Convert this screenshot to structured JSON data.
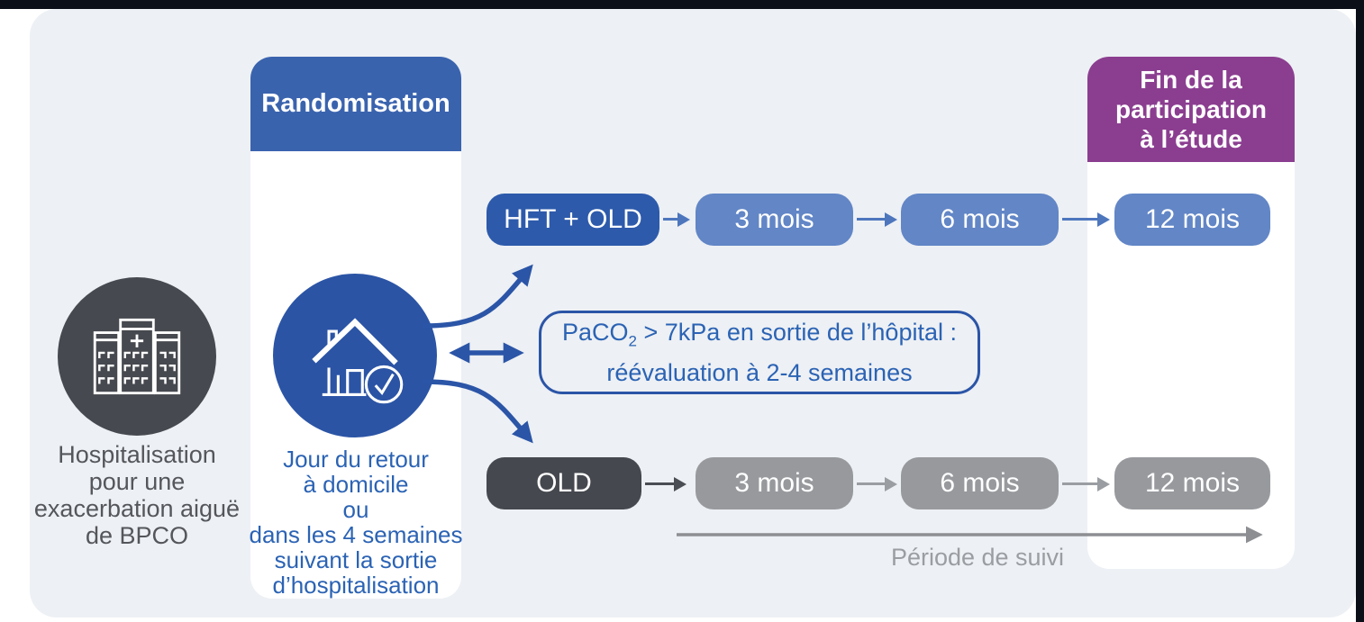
{
  "hospital": {
    "icon": "hospital-buildings-icon",
    "caption_lines": [
      "Hospitalisation",
      "pour une",
      "exacerbation aiguë",
      "de BPCO"
    ]
  },
  "randomisation": {
    "header": "Randomisation",
    "icon": "home-check-icon",
    "caption_lines": [
      "Jour du retour",
      "à domicile",
      "ou",
      "dans les 4 semaines",
      "suivant la sortie",
      "d’hospitalisation"
    ]
  },
  "study_end": {
    "header_lines": [
      "Fin de la",
      "participation",
      "à l’étude"
    ]
  },
  "arms": {
    "hft": {
      "label": "HFT + OLD",
      "milestones": [
        "3 mois",
        "6 mois",
        "12 mois"
      ]
    },
    "old": {
      "label": "OLD",
      "milestones": [
        "3 mois",
        "6 mois",
        "12 mois"
      ]
    }
  },
  "note_box": {
    "text_pre": "PaCO",
    "subscript": "2",
    "text_post": " > 7kPa en sortie de l’hôpital :",
    "line2": "réévaluation à 2-4 semaines"
  },
  "follow_up": {
    "label": "Période de suivi"
  },
  "colors": {
    "frame_dark": "#0b0f18",
    "panel_background": "#edf0f4",
    "randomisation_header_blue": "#3a63ae",
    "study_end_purple": "#8b3e90",
    "hft_pill_blue": "#2d5aab",
    "milestone_pill_blue": "#6286c6",
    "old_pill_dark_gray": "#45484e",
    "milestone_pill_gray": "#97999d",
    "home_circle_blue": "#2b54a5",
    "hospital_circle_gray": "#46494f",
    "blue_text": "#2b63b4",
    "gray_text": "#9a9da1",
    "note_border_blue": "#2b55a7"
  }
}
